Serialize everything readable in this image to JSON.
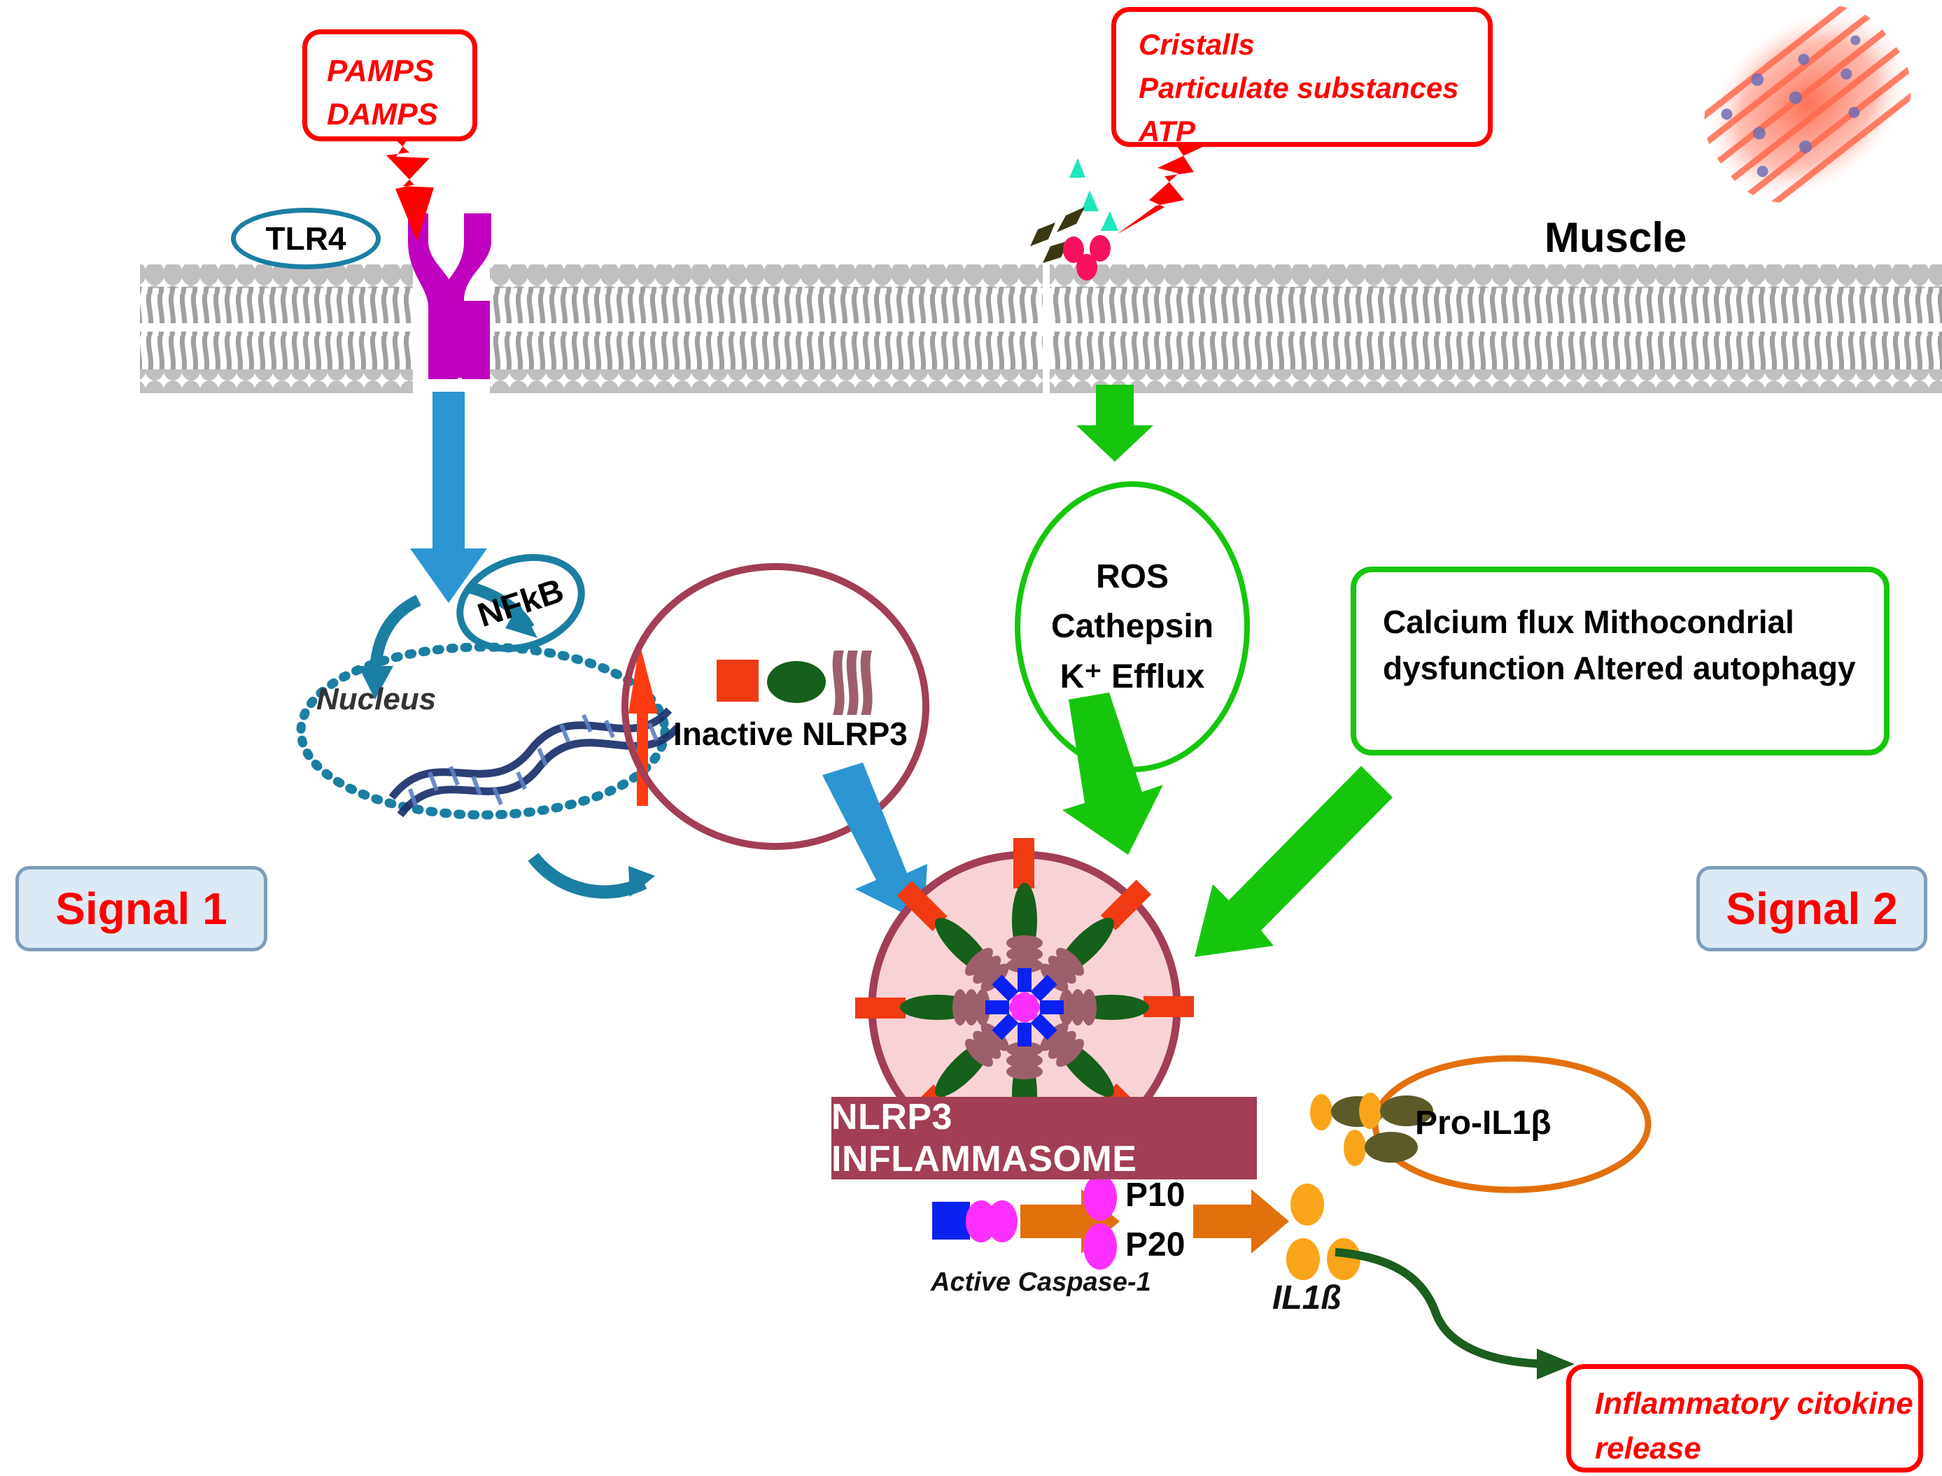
{
  "diagram": {
    "title_hidden": "NLRP3 inflammasome activation in muscle",
    "signals": {
      "left": "Signal 1",
      "right": "Signal 2"
    },
    "callouts": {
      "pamps": {
        "lines": [
          "PAMPS",
          "DAMPS"
        ]
      },
      "crystals": {
        "lines": [
          "Cristalls",
          "Particulate substances",
          "ATP"
        ]
      },
      "cytokine_release": {
        "lines": [
          "Inflammatory citokine",
          "release"
        ]
      }
    },
    "labels": {
      "tlr4": "TLR4",
      "nfkb": "NFkB",
      "nucleus": "Nucleus",
      "inactive_nlrp3": "Inactive NLRP3",
      "muscle": "Muscle",
      "inflammasome_band": "NLRP3 INFLAMMASOME",
      "active_caspase": "Active Caspase-1",
      "p10": "P10",
      "p20": "P20",
      "il1b_free": "IL1ß",
      "pro_il1b": "Pro-IL1β"
    },
    "stimuli_ellipse": {
      "lines": [
        "ROS",
        "Cathepsin",
        "K⁺ Efflux"
      ]
    },
    "stress_box": {
      "lines": [
        "Calcium flux",
        "Mithocondrial  dysfunction",
        "Altered autophagy"
      ]
    },
    "icons": {
      "lightning_pamps": "lightning-bolt-icon",
      "lightning_crystals": "lightning-bolt-icon",
      "membrane": "lipid-bilayer-icon",
      "receptor": "tlr4-receptor-icon",
      "dna": "dna-helix-icon",
      "muscle_fiber": "muscle-fiber-icon",
      "crystal_triangles": "crystal-triangle-icon",
      "crystal_diamonds": "crystal-diamond-icon",
      "atp_dots": "atp-particle-icon"
    },
    "colors": {
      "red": "#fe0000",
      "green": "#16c60c",
      "blue_arrow": "#2b96d2",
      "teal": "#1b7ea3",
      "maroon": "#a23e55",
      "pink_fill": "#f9d2d6",
      "orange": "#e2700c",
      "dark_green": "#1b5e20",
      "magenta": "#ff00ff",
      "amber": "#f9a51a",
      "olive": "#5c5a28",
      "membrane_head": "#c0c0c0",
      "membrane_tail": "#a0a0a0",
      "purple_receptor": "#bf00bf",
      "signal_border": "#7f9db9",
      "signal_fill": "#dbeaf5"
    }
  }
}
